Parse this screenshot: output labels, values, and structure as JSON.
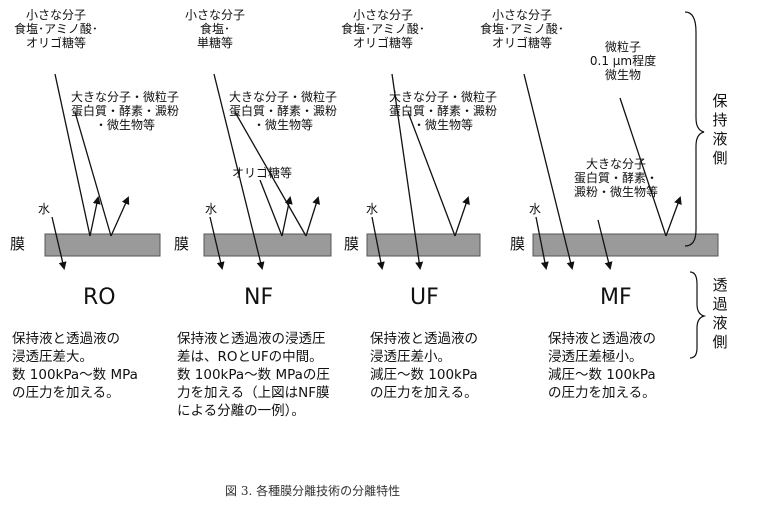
{
  "columns": [
    {
      "id": "ro",
      "small_molecules": [
        "小さな分子",
        "食塩･アミノ酸･",
        "オリゴ糖等"
      ],
      "large_molecules": [
        "大きな分子・微粒子",
        "蛋白質・酵素・澱粉",
        "・微生物等"
      ],
      "water": "水",
      "membrane": "膜",
      "tag": "RO",
      "description": [
        "保持液と透過液の",
        "浸透圧差大。",
        "数 100kPa～数 MPa",
        "の圧力を加える。"
      ]
    },
    {
      "id": "nf",
      "small_molecules": [
        "小さな分子",
        "食塩･",
        "単糖等"
      ],
      "large_molecules": [
        "大きな分子・微粒子",
        "蛋白質・酵素・澱粉",
        "・微生物等"
      ],
      "oligo": "オリゴ糖等",
      "water": "水",
      "membrane": "膜",
      "tag": "NF",
      "description": [
        "保持液と透過液の浸透圧",
        "差は、ROとUFの中間。",
        "数 100kPa～数 MPaの圧",
        "力を加える（上図はNF膜",
        "による分離の一例）。"
      ]
    },
    {
      "id": "uf",
      "small_molecules": [
        "小さな分子",
        "食塩･アミノ酸･",
        "オリゴ糖等"
      ],
      "large_molecules": [
        "大きな分子・微粒子",
        "蛋白質・酵素・澱粉",
        "・微生物等"
      ],
      "water": "水",
      "membrane": "膜",
      "tag": "UF",
      "description": [
        "保持液と透過液の",
        "浸透圧差小。",
        "減圧～数 100kPa",
        "の圧力を加える。"
      ]
    },
    {
      "id": "mf",
      "small_molecules": [
        "小さな分子",
        "食塩･アミノ酸･",
        "オリゴ糖等"
      ],
      "fine_particles": [
        "微粒子",
        "0.1 μm程度",
        "微生物"
      ],
      "large_molecules": [
        "大きな分子",
        "蛋白質・酵素・",
        "澱粉・微生物等"
      ],
      "water": "水",
      "membrane": "膜",
      "tag": "MF",
      "description": [
        "保持液と透過液の",
        "浸透圧差極小。",
        "減圧～数 100kPa",
        "の圧力を加える。"
      ]
    }
  ],
  "side_labels": {
    "retentate": [
      "保",
      "持",
      "液",
      "側"
    ],
    "permeate": [
      "透",
      "過",
      "液",
      "側"
    ]
  },
  "caption": "図 3.  各種膜分離技術の分離特性",
  "colors": {
    "membrane_fill": "#9a9a9a",
    "membrane_edge": "#555555",
    "line": "#111111"
  }
}
